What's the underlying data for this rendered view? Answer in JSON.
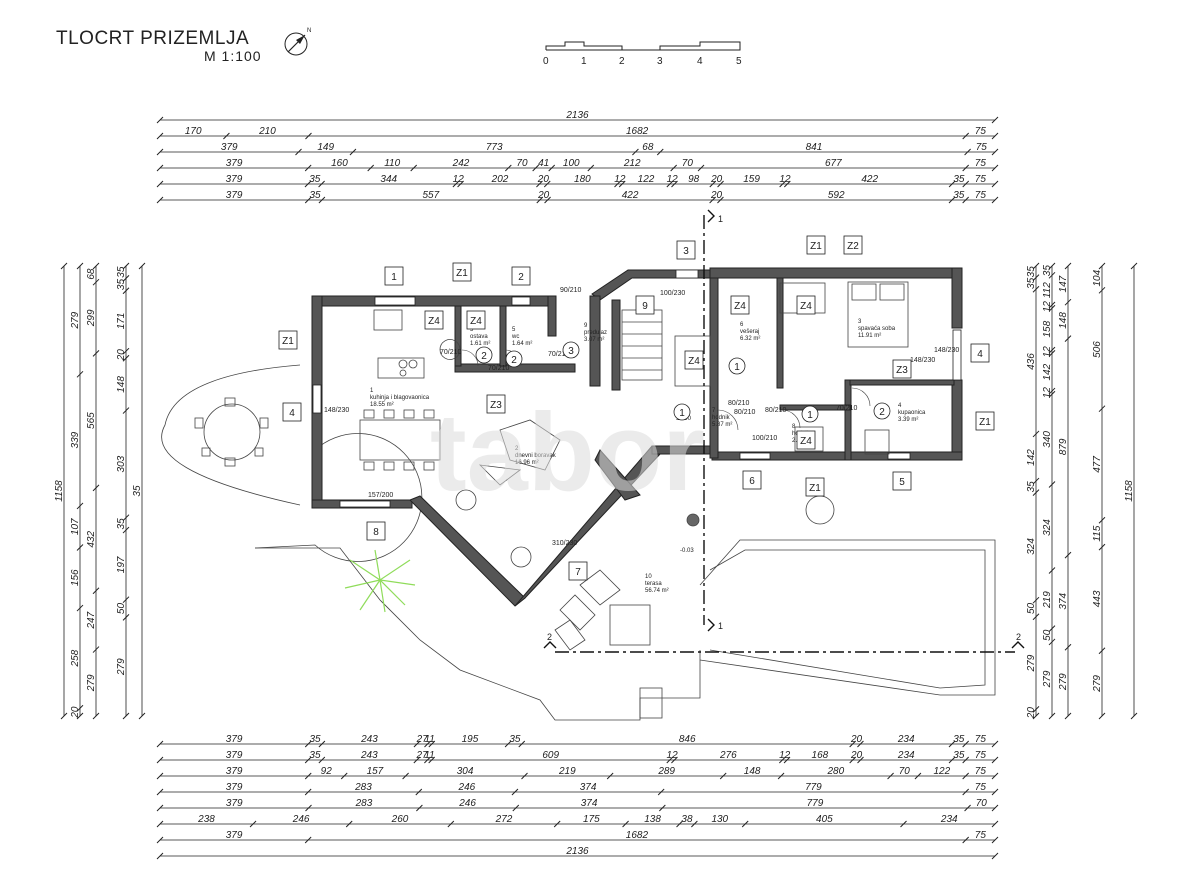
{
  "header": {
    "title": "TLOCRT PRIZEMLJA",
    "scale": "M 1:100",
    "north_icon": "north-arrow-icon",
    "scalebar_labels": [
      "0",
      "1",
      "2",
      "3",
      "4",
      "5"
    ]
  },
  "top_dimension_rows": [
    [
      "2136"
    ],
    [
      "170",
      "210",
      "1682",
      "75"
    ],
    [
      "379",
      "149",
      "773",
      "68",
      "841",
      "75"
    ],
    [
      "379",
      "160",
      "110",
      "242",
      "70",
      "41",
      "100",
      "212",
      "70",
      "677",
      "75"
    ],
    [
      "379",
      "35",
      "344",
      "12",
      "202",
      "20",
      "180",
      "12",
      "122",
      "12",
      "98",
      "20",
      "159",
      "12",
      "422",
      "35",
      "75"
    ],
    [
      "379",
      "35",
      "557",
      "20",
      "422",
      "20",
      "592",
      "35",
      "75"
    ]
  ],
  "bottom_dimension_rows": [
    [
      "379",
      "35",
      "243",
      "27",
      "11",
      "195",
      "35",
      "846",
      "20",
      "234",
      "35",
      "75"
    ],
    [
      "379",
      "35",
      "243",
      "27",
      "11",
      "609",
      "12",
      "276",
      "12",
      "168",
      "20",
      "234",
      "35",
      "75"
    ],
    [
      "379",
      "92",
      "157",
      "304",
      "219",
      "289",
      "148",
      "280",
      "70",
      "122",
      "75"
    ],
    [
      "379",
      "283",
      "246",
      "374",
      "779",
      "75"
    ],
    [
      "379",
      "283",
      "246",
      "374",
      "779",
      "70"
    ],
    [
      "238",
      "246",
      "260",
      "272",
      "175",
      "138",
      "38",
      "130",
      "405",
      "234"
    ],
    [
      "379",
      "1682",
      "75"
    ],
    [
      "2136"
    ]
  ],
  "left_dimension_cols": [
    [
      "1158"
    ],
    [
      "279",
      "339",
      "107",
      "156",
      "258",
      "20"
    ],
    [
      "68",
      "299",
      "565",
      "432",
      "247",
      "279"
    ],
    [
      "35",
      "35",
      "171",
      "20",
      "148",
      "303",
      "35",
      "197",
      "50",
      "279"
    ],
    [
      "35"
    ]
  ],
  "right_dimension_cols": [
    [
      "35",
      "35",
      "436",
      "142",
      "35",
      "324",
      "50",
      "279",
      "20"
    ],
    [
      "35",
      "112",
      "12",
      "158",
      "12",
      "142",
      "12",
      "340",
      "324",
      "219",
      "50",
      "279"
    ],
    [
      "147",
      "148",
      "879",
      "374",
      "279"
    ],
    [
      "104",
      "506",
      "477",
      "115",
      "443",
      "279"
    ],
    [
      "1158"
    ]
  ],
  "rooms": [
    {
      "num": "1",
      "name": "kuhinja i blagovaonica",
      "area": "18.55 m²"
    },
    {
      "num": "2",
      "name": "dnevni boravak",
      "area": "16.96 m²"
    },
    {
      "num": "3",
      "name": "spavaća soba",
      "area": "11.91 m²"
    },
    {
      "num": "4",
      "name": "kupaonica",
      "area": "3.39 m²"
    },
    {
      "num": "5",
      "name": "ostava",
      "area": "1.61 m²"
    },
    {
      "num": "5",
      "name": "wc",
      "area": "1.64 m²"
    },
    {
      "num": "9",
      "name": "predulaz",
      "area": "3.07 m²"
    },
    {
      "num": "6",
      "name": "vešeraj",
      "area": "6.32 m²"
    },
    {
      "num": "7",
      "name": "hodnik",
      "area": "5.87 m²"
    },
    {
      "num": "8",
      "name": "hodnik",
      "area": "2.39 m²"
    },
    {
      "num": "10",
      "name": "terasa",
      "area": "56.74 m²"
    }
  ],
  "window_tags": [
    "1",
    "Z1",
    "2",
    "3",
    "Z1",
    "Z2",
    "Z1",
    "4",
    "Z3",
    "Z4",
    "Z4",
    "Z4",
    "Z4",
    "Z3",
    "4",
    "8",
    "6",
    "Z1",
    "5",
    "Z1",
    "7",
    "Z4",
    "Z4",
    "9"
  ],
  "door_markers": [
    "2",
    "2",
    "3",
    "1",
    "1",
    "2",
    "1"
  ],
  "door_labels": [
    "70/210",
    "70/210",
    "70/210",
    "80/210",
    "80/210",
    "70/210",
    "148/230",
    "148/230",
    "157/200",
    "310/230",
    "80/210",
    "100/210",
    "100/230",
    "90/210",
    "148/230"
  ],
  "levels": [
    "±0.00",
    "-0.03"
  ],
  "section_marks": [
    "1",
    "1",
    "2",
    "2"
  ],
  "watermark": "tabor"
}
